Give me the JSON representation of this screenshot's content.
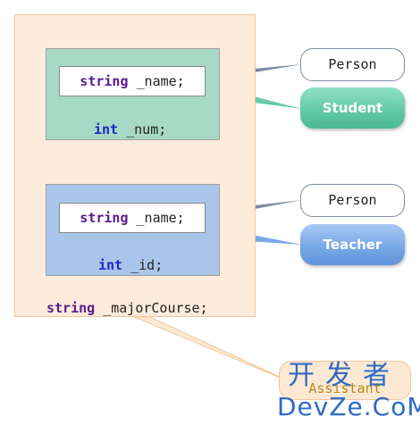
{
  "diagram": {
    "outer_block": {
      "major_type": "string",
      "major_rest": " _majorCourse;"
    },
    "student_block": {
      "name_type": "string",
      "name_rest": " _name;",
      "field_type": "int",
      "field_rest": " _num;"
    },
    "teacher_block": {
      "name_type": "string",
      "name_rest": " _name;",
      "field_type": "int",
      "field_rest": " _id;"
    },
    "callouts": {
      "person_top": "Person",
      "student": "Student",
      "person_bottom": "Person",
      "teacher": "Teacher",
      "assistant": "Assistant"
    }
  },
  "watermark": {
    "chinese": "开发者",
    "latin": "DevZe.CoM"
  },
  "colors": {
    "outer_fill": "#fdebdc",
    "student_fill": "#a8d9c6",
    "teacher_fill": "#a9c6ea",
    "student_bubble": "#63c9a7",
    "teacher_bubble": "#79a9e6",
    "keyword_string": "#5b1a90",
    "keyword_int": "#1f25c8",
    "watermark": "#2f6bc4"
  }
}
